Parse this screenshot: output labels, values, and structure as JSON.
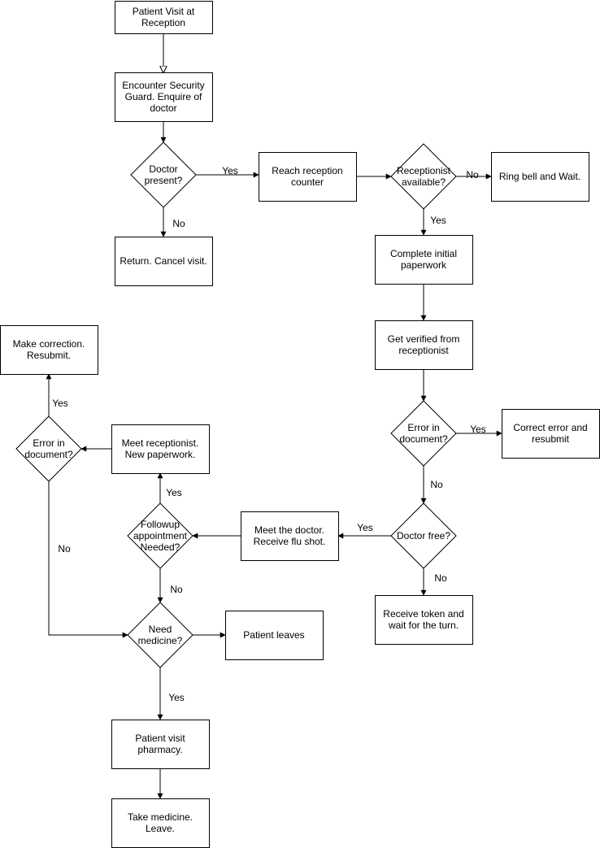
{
  "nodes": {
    "visit": {
      "shape": "process",
      "lines": [
        "Patient Visit at",
        "Reception"
      ]
    },
    "guard": {
      "shape": "process",
      "lines": [
        "Encounter Security",
        "Guard. Enquire of",
        "doctor"
      ]
    },
    "doctor_present": {
      "shape": "decision",
      "lines": [
        "Doctor",
        "present?"
      ]
    },
    "return_cancel": {
      "shape": "process",
      "lines": [
        "Return. Cancel visit."
      ]
    },
    "reach_counter": {
      "shape": "process",
      "lines": [
        "Reach reception",
        "counter"
      ]
    },
    "receptionist_available": {
      "shape": "decision",
      "lines": [
        "Receptionist",
        "available?"
      ]
    },
    "ring_bell": {
      "shape": "process",
      "lines": [
        "Ring bell and Wait."
      ]
    },
    "initial_paperwork": {
      "shape": "process",
      "lines": [
        "Complete initial",
        "paperwork"
      ]
    },
    "verified": {
      "shape": "process",
      "lines": [
        "Get verified from",
        "receptionist"
      ]
    },
    "error_doc_right": {
      "shape": "decision",
      "lines": [
        "Error in",
        "document?"
      ]
    },
    "correct_resubmit": {
      "shape": "process",
      "lines": [
        "Correct error and",
        "resubmit"
      ]
    },
    "doctor_free": {
      "shape": "decision",
      "lines": [
        "Doctor free?"
      ]
    },
    "receive_token": {
      "shape": "process",
      "lines": [
        "Receive token and",
        "wait for the turn."
      ]
    },
    "meet_doctor": {
      "shape": "process",
      "lines": [
        "Meet the doctor.",
        "Receive flu shot."
      ]
    },
    "followup": {
      "shape": "decision",
      "lines": [
        "Followup",
        "appointment",
        "Needed?"
      ]
    },
    "meet_receptionist": {
      "shape": "process",
      "lines": [
        "Meet receptionist.",
        "New paperwork."
      ]
    },
    "error_doc_left": {
      "shape": "decision",
      "lines": [
        "Error in",
        "document?"
      ]
    },
    "make_correction": {
      "shape": "process",
      "lines": [
        "Make correction.",
        "Resubmit."
      ]
    },
    "need_medicine": {
      "shape": "decision",
      "lines": [
        "Need",
        "medicine?"
      ]
    },
    "patient_leaves": {
      "shape": "process",
      "lines": [
        "Patient leaves"
      ]
    },
    "visit_pharmacy": {
      "shape": "process",
      "lines": [
        "Patient visit",
        "pharmacy."
      ]
    },
    "take_medicine": {
      "shape": "process",
      "lines": [
        "Take medicine.",
        "Leave."
      ]
    }
  },
  "edges": [
    {
      "from": "visit",
      "to": "guard",
      "label": "",
      "arrow": "hollow"
    },
    {
      "from": "guard",
      "to": "doctor_present",
      "label": ""
    },
    {
      "from": "doctor_present",
      "to": "reach_counter",
      "label": "Yes"
    },
    {
      "from": "doctor_present",
      "to": "return_cancel",
      "label": "No"
    },
    {
      "from": "reach_counter",
      "to": "receptionist_available",
      "label": ""
    },
    {
      "from": "receptionist_available",
      "to": "ring_bell",
      "label": "No"
    },
    {
      "from": "receptionist_available",
      "to": "initial_paperwork",
      "label": "Yes"
    },
    {
      "from": "initial_paperwork",
      "to": "verified",
      "label": ""
    },
    {
      "from": "verified",
      "to": "error_doc_right",
      "label": ""
    },
    {
      "from": "error_doc_right",
      "to": "correct_resubmit",
      "label": "Yes"
    },
    {
      "from": "error_doc_right",
      "to": "doctor_free",
      "label": "No"
    },
    {
      "from": "doctor_free",
      "to": "meet_doctor",
      "label": "Yes"
    },
    {
      "from": "doctor_free",
      "to": "receive_token",
      "label": "No"
    },
    {
      "from": "meet_doctor",
      "to": "followup",
      "label": ""
    },
    {
      "from": "followup",
      "to": "meet_receptionist",
      "label": "Yes"
    },
    {
      "from": "followup",
      "to": "need_medicine",
      "label": "No"
    },
    {
      "from": "meet_receptionist",
      "to": "error_doc_left",
      "label": ""
    },
    {
      "from": "error_doc_left",
      "to": "make_correction",
      "label": "Yes"
    },
    {
      "from": "error_doc_left",
      "to": "need_medicine",
      "label": "No"
    },
    {
      "from": "need_medicine",
      "to": "patient_leaves",
      "label": ""
    },
    {
      "from": "need_medicine",
      "to": "visit_pharmacy",
      "label": "Yes"
    },
    {
      "from": "visit_pharmacy",
      "to": "take_medicine",
      "label": ""
    }
  ]
}
